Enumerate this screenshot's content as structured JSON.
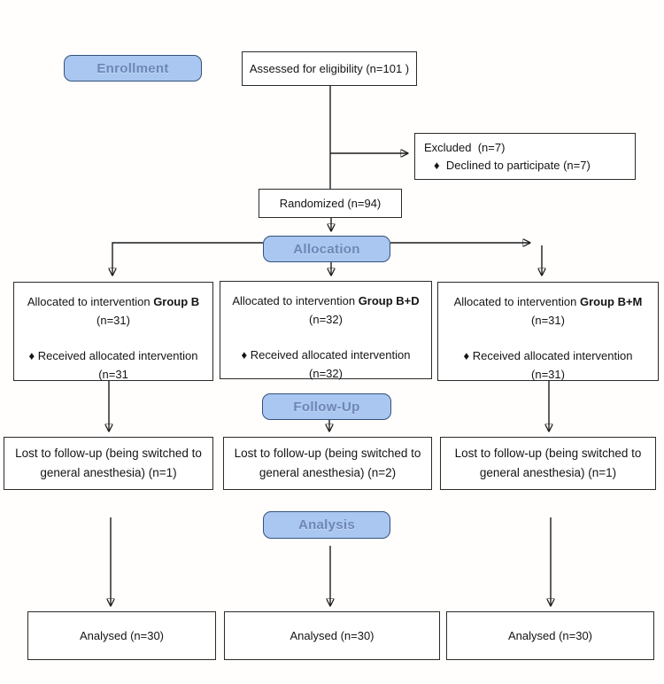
{
  "stages": {
    "enrollment": "Enrollment",
    "allocation": "Allocation",
    "followup": "Follow-Up",
    "analysis": "Analysis"
  },
  "enrollment": {
    "assessed": "Assessed for eligibility (n=101 )",
    "excluded_title": "Excluded  (n=7)",
    "excluded_bullet": "♦  Declined to participate (n=7)",
    "randomized": "Randomized (n=94)"
  },
  "allocation_boxes": [
    {
      "prefix": "Allocated to intervention ",
      "group": "Group B",
      "n": "(n=31)",
      "bullet": "♦ Received allocated intervention",
      "bullet_n": "(n=31"
    },
    {
      "prefix": "Allocated to intervention ",
      "group": "Group B+D",
      "n": "(n=32)",
      "bullet": "♦ Received allocated intervention",
      "bullet_n": "(n=32)"
    },
    {
      "prefix": "Allocated to intervention ",
      "group": "Group B+M",
      "n": "(n=31)",
      "bullet": "♦ Received allocated intervention",
      "bullet_n": "(n=31)"
    }
  ],
  "followup_boxes": [
    {
      "line1": "Lost to follow-up (being switched to",
      "line2": "general anesthesia) (n=1)"
    },
    {
      "line1": "Lost to follow-up (being switched to",
      "line2": "general anesthesia) (n=2)"
    },
    {
      "line1": "Lost to follow-up (being switched to",
      "line2": "general anesthesia) (n=1)"
    }
  ],
  "analysis_boxes": [
    "Analysed (n=30)",
    "Analysed (n=30)",
    "Analysed (n=30)"
  ],
  "colors": {
    "stage_fill": "#a9c7f0",
    "stage_border": "#34517c",
    "stage_text": "#6d86b6",
    "box_border": "#2b2b2b",
    "connector": "#1c1c1c",
    "background": "#ffffff"
  }
}
